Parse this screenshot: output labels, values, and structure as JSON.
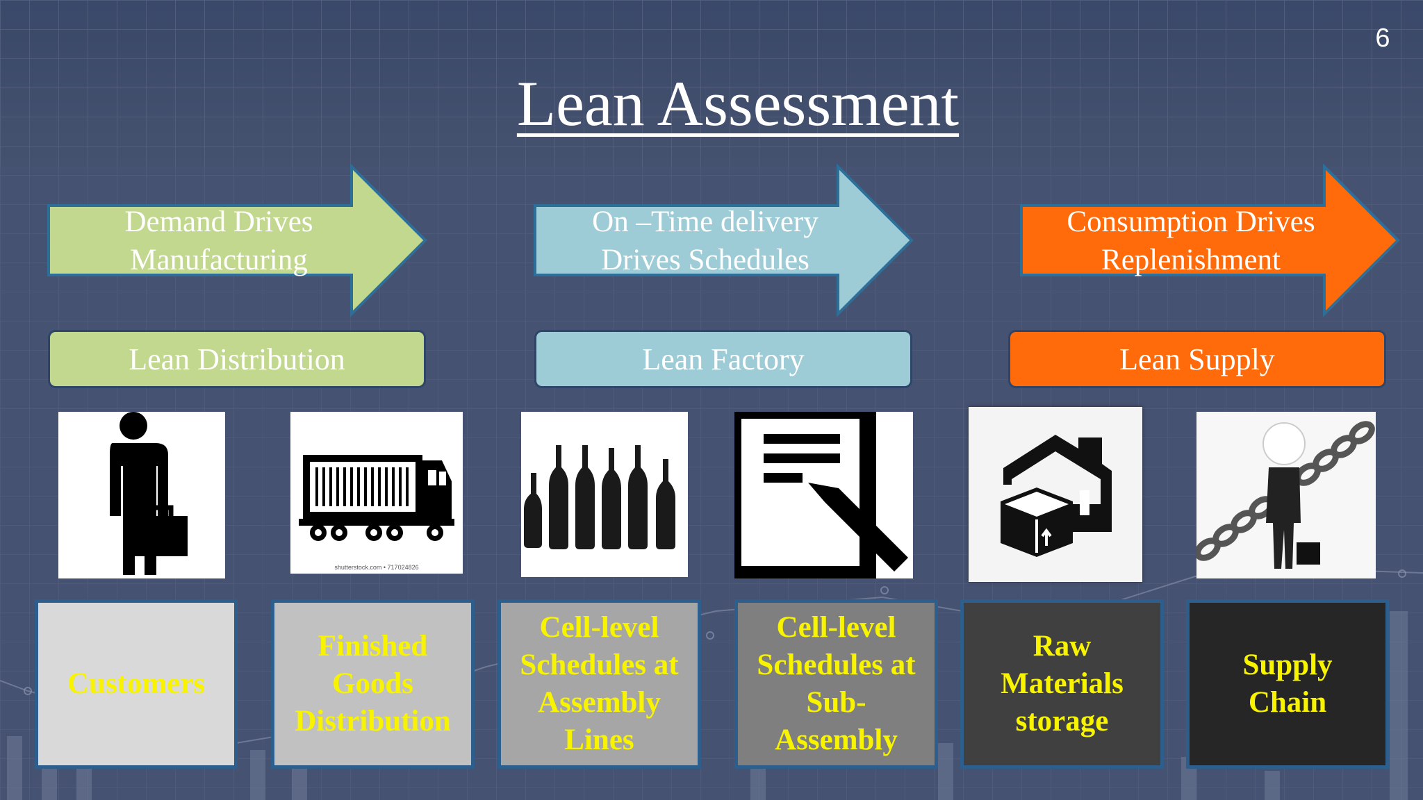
{
  "page_number": "6",
  "title": "Lean Assessment",
  "colors": {
    "green": "#c3d88f",
    "blue": "#9dcbd6",
    "orange": "#ff6a0a",
    "label_yellow": "#f8f400"
  },
  "arrows": [
    {
      "line1": "Demand Drives",
      "line2": "Manufacturing"
    },
    {
      "line1": "On –Time delivery",
      "line2": "Drives Schedules"
    },
    {
      "line1": "Consumption Drives",
      "line2": "Replenishment"
    }
  ],
  "pills": [
    "Lean Distribution",
    "Lean Factory",
    "Lean Supply"
  ],
  "images": [
    {
      "icon": "businessman-icon"
    },
    {
      "icon": "container-truck-icon",
      "caption": "shutterstock.com • 717024826"
    },
    {
      "icon": "bottles-icon"
    },
    {
      "icon": "schedule-document-icon"
    },
    {
      "icon": "warehouse-icon"
    },
    {
      "icon": "man-with-chain-icon"
    }
  ],
  "boxes": [
    {
      "line1": "Customers",
      "line2": "",
      "line3": "",
      "line4": ""
    },
    {
      "line1": "Finished",
      "line2": "Goods",
      "line3": "Distribution",
      "line4": ""
    },
    {
      "line1": "Cell-level",
      "line2": "Schedules at",
      "line3": "Assembly",
      "line4": "Lines"
    },
    {
      "line1": "Cell-level",
      "line2": "Schedules at",
      "line3": "Sub-",
      "line4": "Assembly"
    },
    {
      "line1": "Raw",
      "line2": "Materials",
      "line3": "storage",
      "line4": ""
    },
    {
      "line1": "Supply",
      "line2": "Chain",
      "line3": "",
      "line4": ""
    }
  ]
}
